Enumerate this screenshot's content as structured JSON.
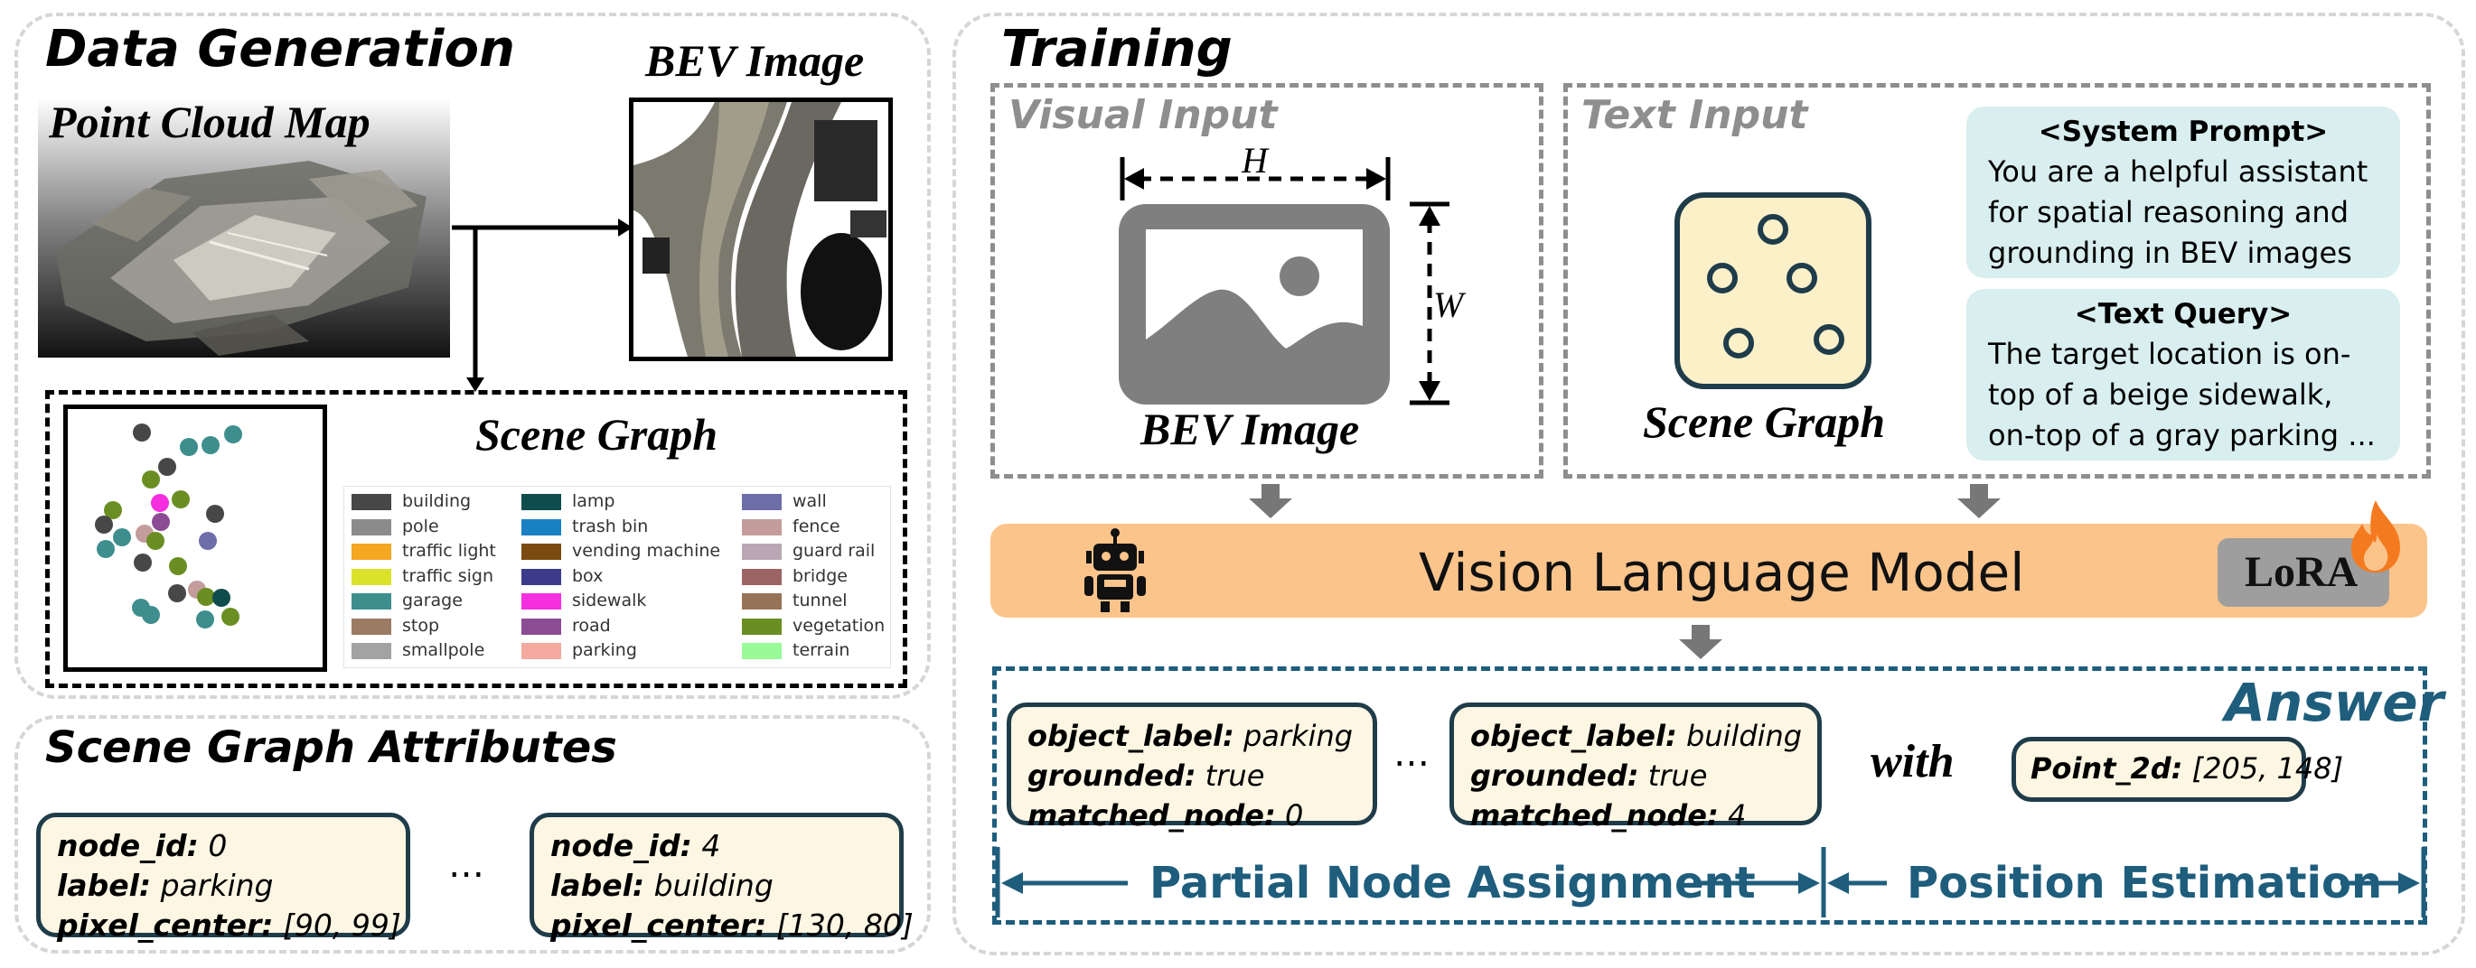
{
  "data_generation": {
    "title": "Data Generation",
    "point_cloud_label": "Point Cloud Map",
    "bev_label": "BEV Image",
    "scene_graph_label": "Scene Graph",
    "legend": [
      {
        "label": "building",
        "color": "#474747"
      },
      {
        "label": "pole",
        "color": "#8b8b8b"
      },
      {
        "label": "traffic light",
        "color": "#f5a623"
      },
      {
        "label": "traffic sign",
        "color": "#dbe22a"
      },
      {
        "label": "garage",
        "color": "#3e8e8e"
      },
      {
        "label": "stop",
        "color": "#9b7b61"
      },
      {
        "label": "smallpole",
        "color": "#a3a3a3"
      },
      {
        "label": "lamp",
        "color": "#0f4c4c"
      },
      {
        "label": "trash bin",
        "color": "#1a80c4"
      },
      {
        "label": "vending machine",
        "color": "#7a4a10"
      },
      {
        "label": "box",
        "color": "#3c3b8b"
      },
      {
        "label": "sidewalk",
        "color": "#f52ee0"
      },
      {
        "label": "road",
        "color": "#8c4c94"
      },
      {
        "label": "parking",
        "color": "#f5aaa0"
      },
      {
        "label": "wall",
        "color": "#6d6da8"
      },
      {
        "label": "fence",
        "color": "#c49c9c"
      },
      {
        "label": "guard rail",
        "color": "#b9a8b4"
      },
      {
        "label": "bridge",
        "color": "#9c6464"
      },
      {
        "label": "tunnel",
        "color": "#967356"
      },
      {
        "label": "vegetation",
        "color": "#6b8e23"
      },
      {
        "label": "terrain",
        "color": "#98fb98"
      }
    ]
  },
  "attributes": {
    "title": "Scene Graph Attributes",
    "ellipsis": "…",
    "cards": [
      {
        "k1": "node_id:",
        "v1": "0",
        "k2": "label:",
        "v2": "parking",
        "k3": "pixel_center:",
        "v3": "[90, 99]"
      },
      {
        "k1": "node_id:",
        "v1": "4",
        "k2": "label:",
        "v2": "building",
        "k3": "pixel_center:",
        "v3": "[130, 80]"
      }
    ]
  },
  "training": {
    "title": "Training",
    "visual_input_label": "Visual Input",
    "dim_h": "H",
    "dim_w": "W",
    "bev_label": "BEV Image",
    "text_input_label": "Text Input",
    "scene_graph_label": "Scene Graph",
    "system_prompt": {
      "header": "<System Prompt>",
      "lines": [
        "You are a helpful assistant",
        "for spatial reasoning and",
        "grounding in BEV images ..."
      ]
    },
    "text_query": {
      "header": "<Text Query>",
      "lines": [
        "The target location is on-",
        "top of a beige sidewalk,",
        "on-top of a gray parking ..."
      ]
    },
    "vlm_label": "Vision Language Model",
    "lora_label": "LoRA",
    "answer_label": "Answer",
    "ellipsis": "…",
    "answer_cards": [
      {
        "k1": "object_label:",
        "v1": "parking",
        "k2": "grounded:",
        "v2": "true",
        "k3": "matched_node:",
        "v3": "0"
      },
      {
        "k1": "object_label:",
        "v1": "building",
        "k2": "grounded:",
        "v2": "true",
        "k3": "matched_node:",
        "v3": "4"
      }
    ],
    "with_label": "with",
    "point_key": "Point_2d:",
    "point_value": "[205, 148]",
    "partial_label": "Partial Node Assignment",
    "position_label": "Position Estimation"
  },
  "colors": {
    "panel_border": "#d6d6d6",
    "card_fill": "#fcf6e3",
    "card_border": "#1f3c4a",
    "prompt_fill": "#d9eeee",
    "vlm_fill": "#fbc48b",
    "answer_blue": "#1e5d7c",
    "input_grey": "#8e8e8e"
  }
}
